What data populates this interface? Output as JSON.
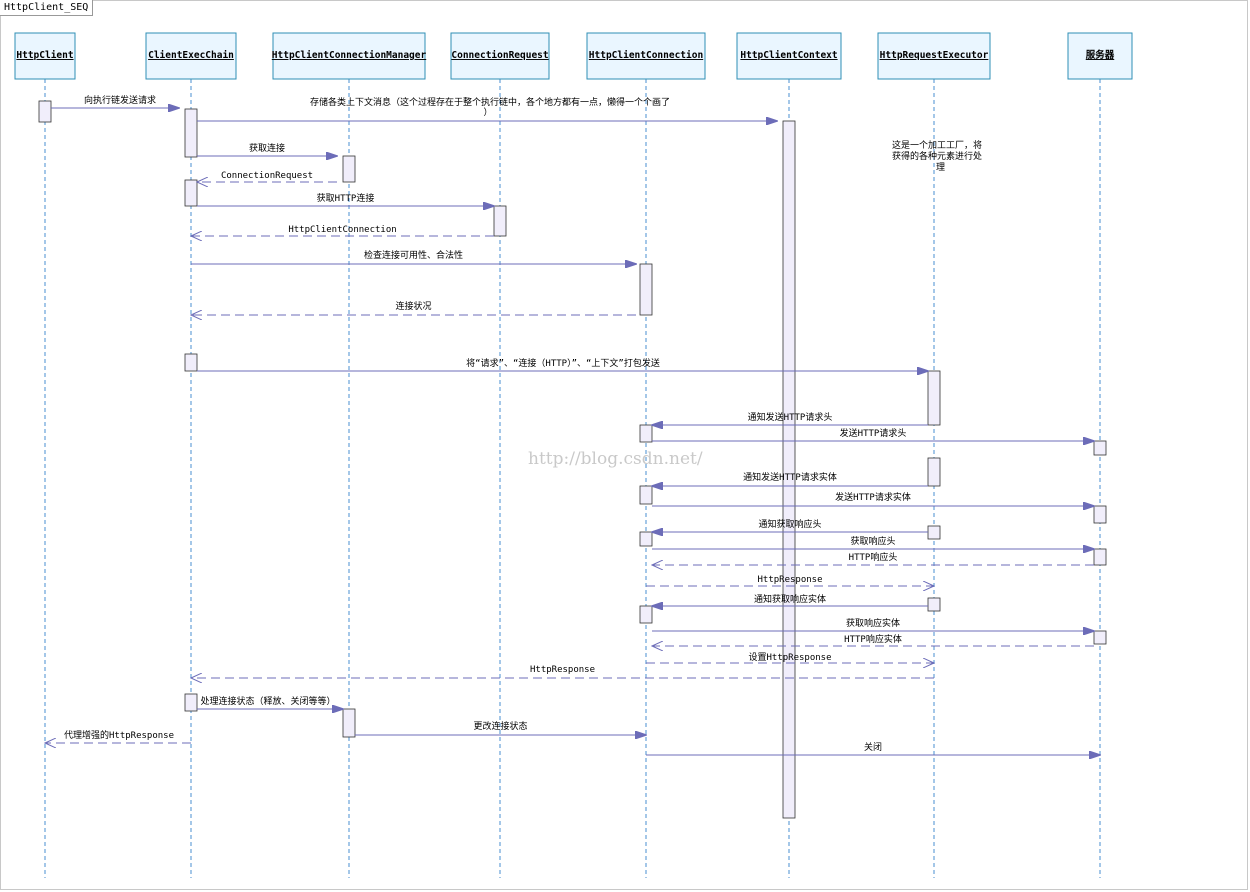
{
  "diagram_title": "HttpClient_SEQ",
  "watermark": "http://blog.csdn.net/",
  "participants": [
    {
      "id": "httpclient",
      "label": "HttpClient"
    },
    {
      "id": "chain",
      "label": "ClientExecChain"
    },
    {
      "id": "connmgr",
      "label": "HttpClientConnectionManager"
    },
    {
      "id": "connreq",
      "label": "ConnectionRequest"
    },
    {
      "id": "conn",
      "label": "HttpClientConnection"
    },
    {
      "id": "context",
      "label": "HttpClientContext"
    },
    {
      "id": "executor",
      "label": "HttpRequestExecutor"
    },
    {
      "id": "server",
      "label": "服务器"
    }
  ],
  "messages": [
    {
      "from": "httpclient",
      "to": "chain",
      "label": "向执行链发送请求",
      "return": false
    },
    {
      "from": "chain",
      "to": "context",
      "label": "存储各类上下文消息（这个过程存在于整个执行链中，各个地方都有一点，懒得一个个画了",
      "label2": "）",
      "return": false
    },
    {
      "from": "chain",
      "to": "connmgr",
      "label": "获取连接",
      "return": false
    },
    {
      "from": "connmgr",
      "to": "chain",
      "label": "ConnectionRequest",
      "return": true
    },
    {
      "from": "chain",
      "to": "connreq",
      "label": "获取HTTP连接",
      "return": false
    },
    {
      "from": "connreq",
      "to": "chain",
      "label": "HttpClientConnection",
      "return": true
    },
    {
      "from": "chain",
      "to": "conn",
      "label": "检查连接可用性、合法性",
      "return": false
    },
    {
      "from": "conn",
      "to": "chain",
      "label": "连接状况",
      "return": true
    },
    {
      "from": "chain",
      "to": "executor",
      "label": "将“请求”、“连接（HTTP）”、“上下文”打包发送",
      "return": false
    },
    {
      "from": "executor",
      "to": "conn",
      "label": "通知发送HTTP请求头",
      "return": false
    },
    {
      "from": "conn",
      "to": "server",
      "label": "发送HTTP请求头",
      "return": false
    },
    {
      "from": "executor",
      "to": "conn",
      "label": "通知发送HTTP请求实体",
      "return": false
    },
    {
      "from": "conn",
      "to": "server",
      "label": "发送HTTP请求实体",
      "return": false
    },
    {
      "from": "executor",
      "to": "conn",
      "label": "通知获取响应头",
      "return": false
    },
    {
      "from": "conn",
      "to": "server",
      "label": "获取响应头",
      "return": false
    },
    {
      "from": "server",
      "to": "conn",
      "label": "HTTP响应头",
      "return": true
    },
    {
      "from": "conn",
      "to": "executor",
      "label": "HttpResponse",
      "return": true
    },
    {
      "from": "executor",
      "to": "conn",
      "label": "通知获取响应实体",
      "return": false
    },
    {
      "from": "conn",
      "to": "server",
      "label": "获取响应实体",
      "return": false
    },
    {
      "from": "server",
      "to": "conn",
      "label": "HTTP响应实体",
      "return": true
    },
    {
      "from": "conn",
      "to": "executor",
      "label": "设置HttpResponse",
      "return": true
    },
    {
      "from": "executor",
      "to": "chain",
      "label": "HttpResponse",
      "return": true
    },
    {
      "from": "chain",
      "to": "connmgr",
      "label": "处理连接状态（释放、关闭等等）",
      "return": false
    },
    {
      "from": "connmgr",
      "to": "conn",
      "label": "更改连接状态",
      "return": false
    },
    {
      "from": "chain",
      "to": "httpclient",
      "label": "代理增强的HttpResponse",
      "return": true
    },
    {
      "from": "conn",
      "to": "server",
      "label": "关闭",
      "return": false
    }
  ],
  "note": {
    "lines": [
      "这是一个加工工厂，将",
      "获得的各种元素进行处",
      "理"
    ]
  },
  "colors": {
    "lifeline": "#4a8fd1",
    "arrow": "#6c6cb8",
    "header_fill": "#eaf6ff",
    "header_border": "#2f8fb5",
    "activation_fill": "#f1eefb"
  }
}
